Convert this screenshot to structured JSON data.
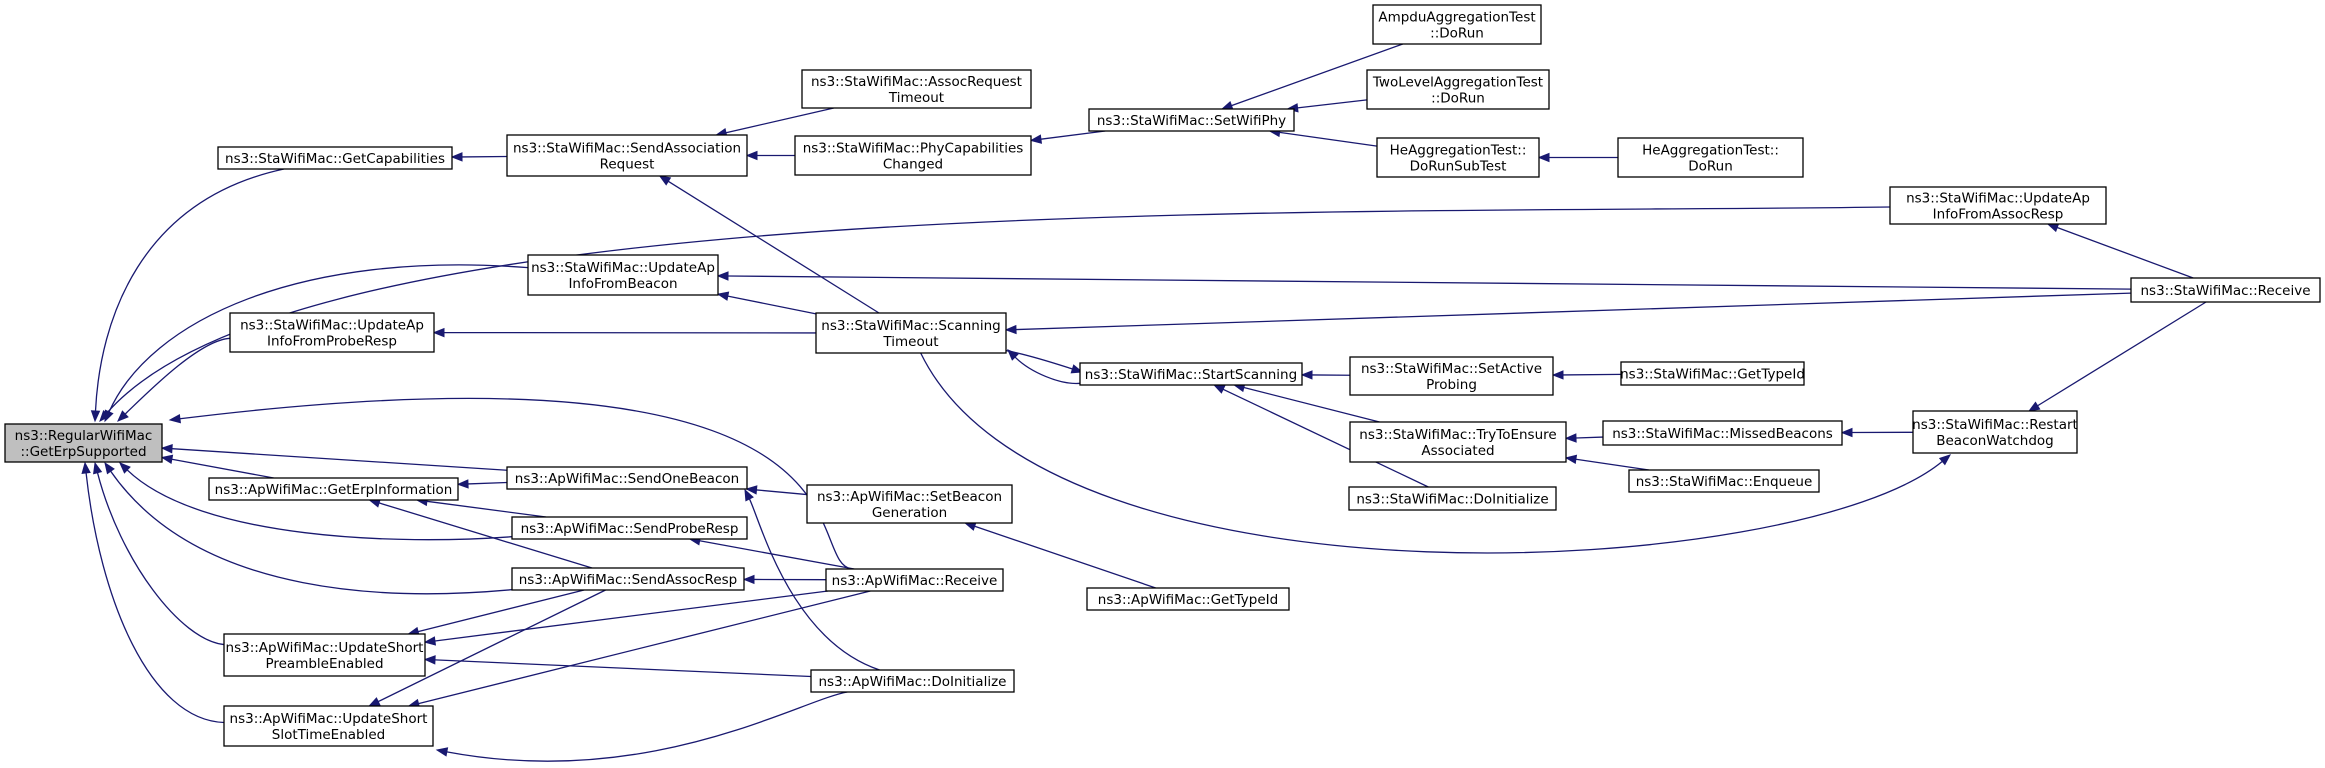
{
  "colors": {
    "edge": "#191970",
    "root_fill": "#bfbfbf",
    "node_fill": "#ffffff",
    "node_border": "#000000"
  },
  "nodes": {
    "root": [
      "ns3::RegularWifiMac",
      "::GetErpSupported"
    ],
    "sta_getcap": [
      "ns3::StaWifiMac::GetCapabilities"
    ],
    "sta_sendassoc": [
      "ns3::StaWifiMac::SendAssociation",
      "Request"
    ],
    "sta_assoctimeout": [
      "ns3::StaWifiMac::AssocRequest",
      "Timeout"
    ],
    "sta_phycap": [
      "ns3::StaWifiMac::PhyCapabilities",
      "Changed"
    ],
    "sta_setwifiphy": [
      "ns3::StaWifiMac::SetWifiPhy"
    ],
    "ampdu": [
      "AmpduAggregationTest",
      "::DoRun"
    ],
    "twolevel": [
      "TwoLevelAggregationTest",
      "::DoRun"
    ],
    "he_subtest": [
      "HeAggregationTest::",
      "DoRunSubTest"
    ],
    "he_dorun": [
      "HeAggregationTest::",
      "DoRun"
    ],
    "sta_updassocresp": [
      "ns3::StaWifiMac::UpdateAp",
      "InfoFromAssocResp"
    ],
    "sta_updbeacon": [
      "ns3::StaWifiMac::UpdateAp",
      "InfoFromBeacon"
    ],
    "sta_receive": [
      "ns3::StaWifiMac::Receive"
    ],
    "sta_updprobe": [
      "ns3::StaWifiMac::UpdateAp",
      "InfoFromProbeResp"
    ],
    "sta_scantimeout": [
      "ns3::StaWifiMac::Scanning",
      "Timeout"
    ],
    "sta_startscan": [
      "ns3::StaWifiMac::StartScanning"
    ],
    "sta_setactive": [
      "ns3::StaWifiMac::SetActive",
      "Probing"
    ],
    "sta_gettypeid": [
      "ns3::StaWifiMac::GetTypeId"
    ],
    "sta_tryensure": [
      "ns3::StaWifiMac::TryToEnsure",
      "Associated"
    ],
    "sta_missed": [
      "ns3::StaWifiMac::MissedBeacons"
    ],
    "sta_restart": [
      "ns3::StaWifiMac::Restart",
      "BeaconWatchdog"
    ],
    "sta_enqueue": [
      "ns3::StaWifiMac::Enqueue"
    ],
    "sta_doinit": [
      "ns3::StaWifiMac::DoInitialize"
    ],
    "ap_geterp": [
      "ns3::ApWifiMac::GetErpInformation"
    ],
    "ap_sendone": [
      "ns3::ApWifiMac::SendOneBeacon"
    ],
    "ap_setbeacon": [
      "ns3::ApWifiMac::SetBeacon",
      "Generation"
    ],
    "ap_sendprobe": [
      "ns3::ApWifiMac::SendProbeResp"
    ],
    "ap_sendassoc": [
      "ns3::ApWifiMac::SendAssocResp"
    ],
    "ap_receive": [
      "ns3::ApWifiMac::Receive"
    ],
    "ap_gettypeid": [
      "ns3::ApWifiMac::GetTypeId"
    ],
    "ap_updpreamble": [
      "ns3::ApWifiMac::UpdateShort",
      "PreambleEnabled"
    ],
    "ap_doinit": [
      "ns3::ApWifiMac::DoInitialize"
    ],
    "ap_updslot": [
      "ns3::ApWifiMac::UpdateShort",
      "SlotTimeEnabled"
    ]
  },
  "edges": [
    [
      "sta_getcap",
      "root"
    ],
    [
      "sta_sendassoc",
      "sta_getcap"
    ],
    [
      "sta_assoctimeout",
      "sta_sendassoc"
    ],
    [
      "sta_phycap",
      "sta_sendassoc"
    ],
    [
      "sta_scantimeout",
      "sta_sendassoc"
    ],
    [
      "sta_setwifiphy",
      "sta_phycap"
    ],
    [
      "ampdu",
      "sta_setwifiphy"
    ],
    [
      "twolevel",
      "sta_setwifiphy"
    ],
    [
      "he_subtest",
      "sta_setwifiphy"
    ],
    [
      "he_dorun",
      "he_subtest"
    ],
    [
      "sta_updassocresp",
      "root"
    ],
    [
      "sta_receive",
      "sta_updassocresp"
    ],
    [
      "sta_updbeacon",
      "root"
    ],
    [
      "sta_receive",
      "sta_updbeacon"
    ],
    [
      "sta_scantimeout",
      "sta_updbeacon"
    ],
    [
      "sta_updprobe",
      "root"
    ],
    [
      "sta_scantimeout",
      "sta_updprobe"
    ],
    [
      "sta_receive",
      "sta_scantimeout"
    ],
    [
      "sta_startscan",
      "sta_scantimeout"
    ],
    [
      "sta_scantimeout",
      "sta_startscan"
    ],
    [
      "sta_setactive",
      "sta_startscan"
    ],
    [
      "sta_tryensure",
      "sta_startscan"
    ],
    [
      "sta_doinit",
      "sta_startscan"
    ],
    [
      "sta_gettypeid",
      "sta_setactive"
    ],
    [
      "sta_missed",
      "sta_tryensure"
    ],
    [
      "sta_enqueue",
      "sta_tryensure"
    ],
    [
      "sta_restart",
      "sta_missed"
    ],
    [
      "sta_receive",
      "sta_restart"
    ],
    [
      "sta_scantimeout",
      "sta_restart"
    ],
    [
      "ap_receive",
      "root"
    ],
    [
      "ap_geterp",
      "root"
    ],
    [
      "ap_sendone",
      "ap_geterp"
    ],
    [
      "ap_sendprobe",
      "ap_geterp"
    ],
    [
      "ap_sendassoc",
      "ap_geterp"
    ],
    [
      "ap_sendone",
      "root"
    ],
    [
      "ap_setbeacon",
      "ap_sendone"
    ],
    [
      "ap_doinit",
      "ap_sendone"
    ],
    [
      "ap_gettypeid",
      "ap_setbeacon"
    ],
    [
      "ap_sendprobe",
      "root"
    ],
    [
      "ap_receive",
      "ap_sendprobe"
    ],
    [
      "ap_sendassoc",
      "root"
    ],
    [
      "ap_receive",
      "ap_sendassoc"
    ],
    [
      "ap_updpreamble",
      "root"
    ],
    [
      "ap_sendassoc",
      "ap_updpreamble"
    ],
    [
      "ap_receive",
      "ap_updpreamble"
    ],
    [
      "ap_doinit",
      "ap_updpreamble"
    ],
    [
      "ap_updslot",
      "root"
    ],
    [
      "ap_sendassoc",
      "ap_updslot"
    ],
    [
      "ap_receive",
      "ap_updslot"
    ],
    [
      "ap_doinit",
      "ap_updslot"
    ]
  ]
}
